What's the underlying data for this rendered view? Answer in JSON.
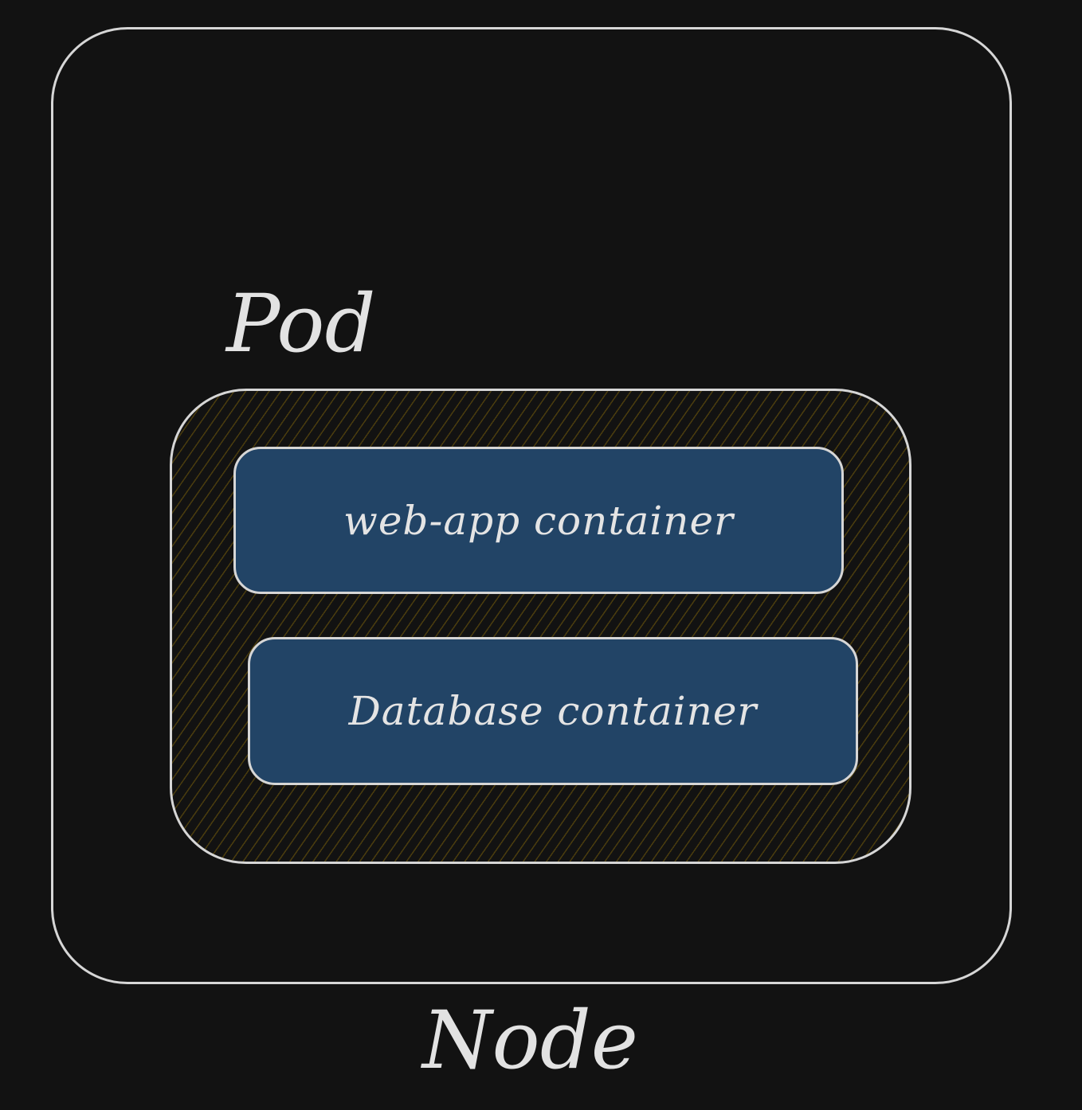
{
  "diagram": {
    "node": {
      "label": "Node"
    },
    "pod": {
      "label": "Pod"
    },
    "containers": [
      {
        "label": "web-app container"
      },
      {
        "label": "Database container"
      }
    ]
  },
  "colors": {
    "background": "#121212",
    "stroke": "#d6d6d6",
    "container_fill": "#224466",
    "pod_hatch": "#785f0a",
    "text": "#e2e2e2"
  }
}
